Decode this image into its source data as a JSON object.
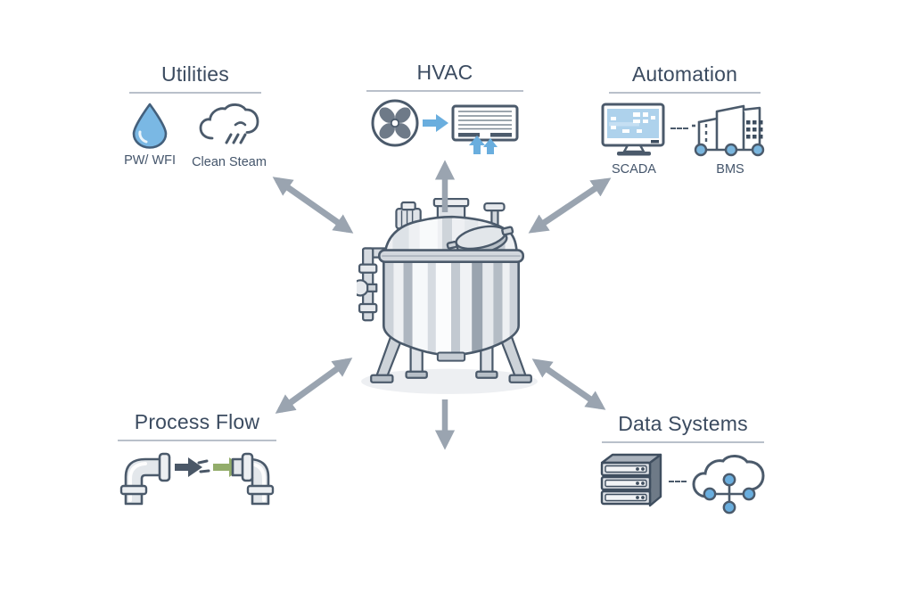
{
  "sections": {
    "utilities": {
      "title": "Utilities",
      "items": [
        {
          "icon": "water-drop-icon",
          "label": "PW/ WFI"
        },
        {
          "icon": "steam-cloud-icon",
          "label": "Clean Steam"
        }
      ]
    },
    "hvac": {
      "title": "HVAC",
      "icons": [
        "fan-icon",
        "flow-arrow-icon",
        "air-handler-icon",
        "intake-arrows-icon"
      ]
    },
    "automation": {
      "title": "Automation",
      "items": [
        {
          "icon": "scada-monitor-icon",
          "label": "SCADA"
        },
        {
          "icon": "bms-building-icon",
          "label": "BMS"
        }
      ]
    },
    "process_flow": {
      "title": "Process Flow",
      "icons": [
        "pipe-elbow-left-icon",
        "dark-flow-arrow-icon",
        "green-flow-arrow-icon",
        "pipe-elbow-right-icon"
      ]
    },
    "data_systems": {
      "title": "Data Systems",
      "icons": [
        "server-stack-icon",
        "cloud-network-icon"
      ]
    }
  },
  "center": {
    "icon": "process-vessel-illustration"
  },
  "connections": [
    {
      "from": "vessel",
      "to": "utilities",
      "type": "bidirectional"
    },
    {
      "from": "vessel",
      "to": "hvac",
      "type": "arrow-up"
    },
    {
      "from": "vessel",
      "to": "automation",
      "type": "bidirectional"
    },
    {
      "from": "vessel",
      "to": "process_flow",
      "type": "bidirectional"
    },
    {
      "from": "vessel",
      "to": "data_systems",
      "type": "bidirectional"
    },
    {
      "from": "vessel",
      "to": "below",
      "type": "arrow-down"
    }
  ],
  "colors": {
    "background": "#ffffff",
    "title_text": "#3b4b60",
    "label_text": "#44556b",
    "underline": "#b9c0ca",
    "connector_arrow": "#9aa4b0",
    "icon_outline": "#4b5a6b",
    "blue_accent": "#6aaede",
    "blue_screen": "#aed2ec",
    "green_accent": "#93ad6b",
    "dark_arrow": "#4a5767",
    "steel_light": "#eef0f3",
    "steel_dark": "#9aa4af"
  }
}
